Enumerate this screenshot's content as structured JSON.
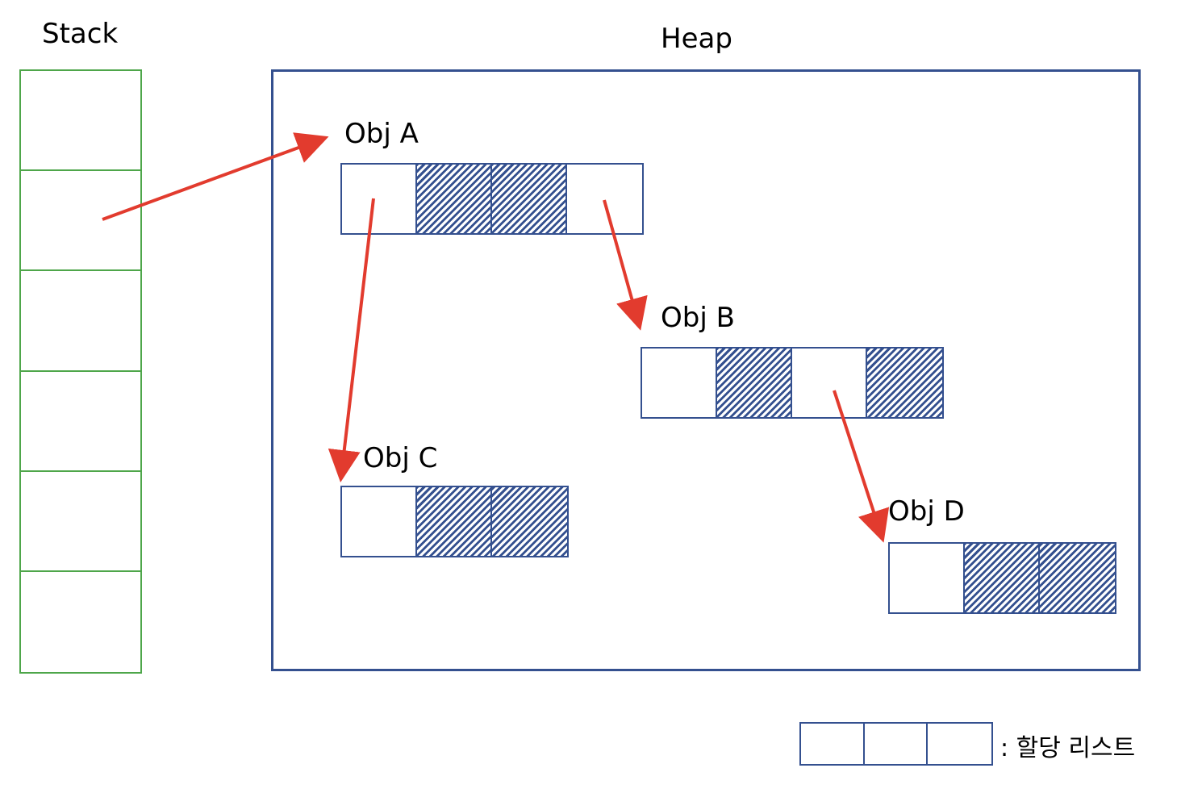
{
  "stack": {
    "title": "Stack",
    "slots": 6
  },
  "heap": {
    "title": "Heap"
  },
  "objects": {
    "a": {
      "label": "Obj A",
      "cells": [
        "empty",
        "hatched",
        "hatched",
        "empty"
      ]
    },
    "b": {
      "label": "Obj B",
      "cells": [
        "empty",
        "hatched",
        "empty",
        "hatched"
      ]
    },
    "c": {
      "label": "Obj C",
      "cells": [
        "empty",
        "hatched",
        "hatched"
      ]
    },
    "d": {
      "label": "Obj D",
      "cells": [
        "empty",
        "hatched",
        "hatched"
      ]
    }
  },
  "references": [
    {
      "from": "stack slot 2",
      "to": "Obj A"
    },
    {
      "from": "Obj A cell 1",
      "to": "Obj C"
    },
    {
      "from": "Obj A cell 4",
      "to": "Obj B"
    },
    {
      "from": "Obj B cell 3",
      "to": "Obj D"
    }
  ],
  "legend": {
    "label": ": 할당 리스트",
    "cells": 3
  },
  "colors": {
    "stack_border": "#4ea64a",
    "heap_border": "#34508f",
    "arrow": "#e23b2e"
  }
}
